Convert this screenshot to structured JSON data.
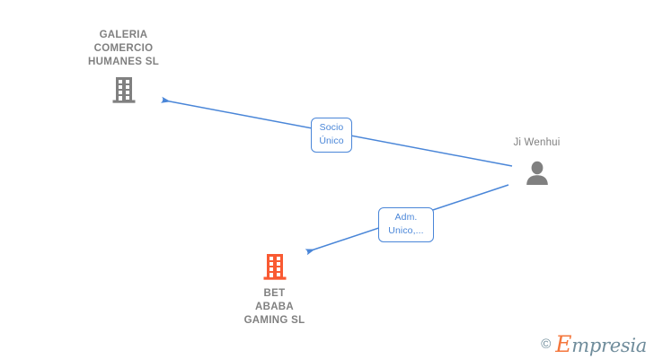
{
  "diagram": {
    "type": "corporate-relationship-graph",
    "background_color": "#ffffff",
    "colors": {
      "company_gray": "#808080",
      "company_orange": "#f95a32",
      "edge_blue": "#4a86d8",
      "label_gray": "#808080",
      "watermark_teal": "#6f8c9b",
      "watermark_orange": "#f4763b"
    },
    "nodes": [
      {
        "id": "galeria",
        "name": "GALERIA\nCOMERCIO\nHUMANES  SL",
        "icon": "building-icon",
        "icon_color": "#808080",
        "kind": "company",
        "label_position": "above"
      },
      {
        "id": "bet-ababa",
        "name": "BET\nABABA\nGAMING  SL",
        "icon": "building-icon",
        "icon_color": "#f95a32",
        "kind": "company",
        "label_position": "below"
      },
      {
        "id": "ji-wenhui",
        "name": "Ji Wenhui",
        "icon": "person-icon",
        "icon_color": "#808080",
        "kind": "person",
        "label_position": "above"
      }
    ],
    "edges": [
      {
        "id": "edge-socio-unico",
        "source": "ji-wenhui",
        "target": "galeria",
        "label": "Socio\nÚnico",
        "direction": "to-target"
      },
      {
        "id": "edge-adm-unico",
        "source": "ji-wenhui",
        "target": "bet-ababa",
        "label": "Adm.\nUnico,...",
        "direction": "to-target"
      }
    ]
  },
  "watermark": {
    "copyright": "©",
    "brand_initial": "E",
    "brand_rest": "mpresia"
  }
}
